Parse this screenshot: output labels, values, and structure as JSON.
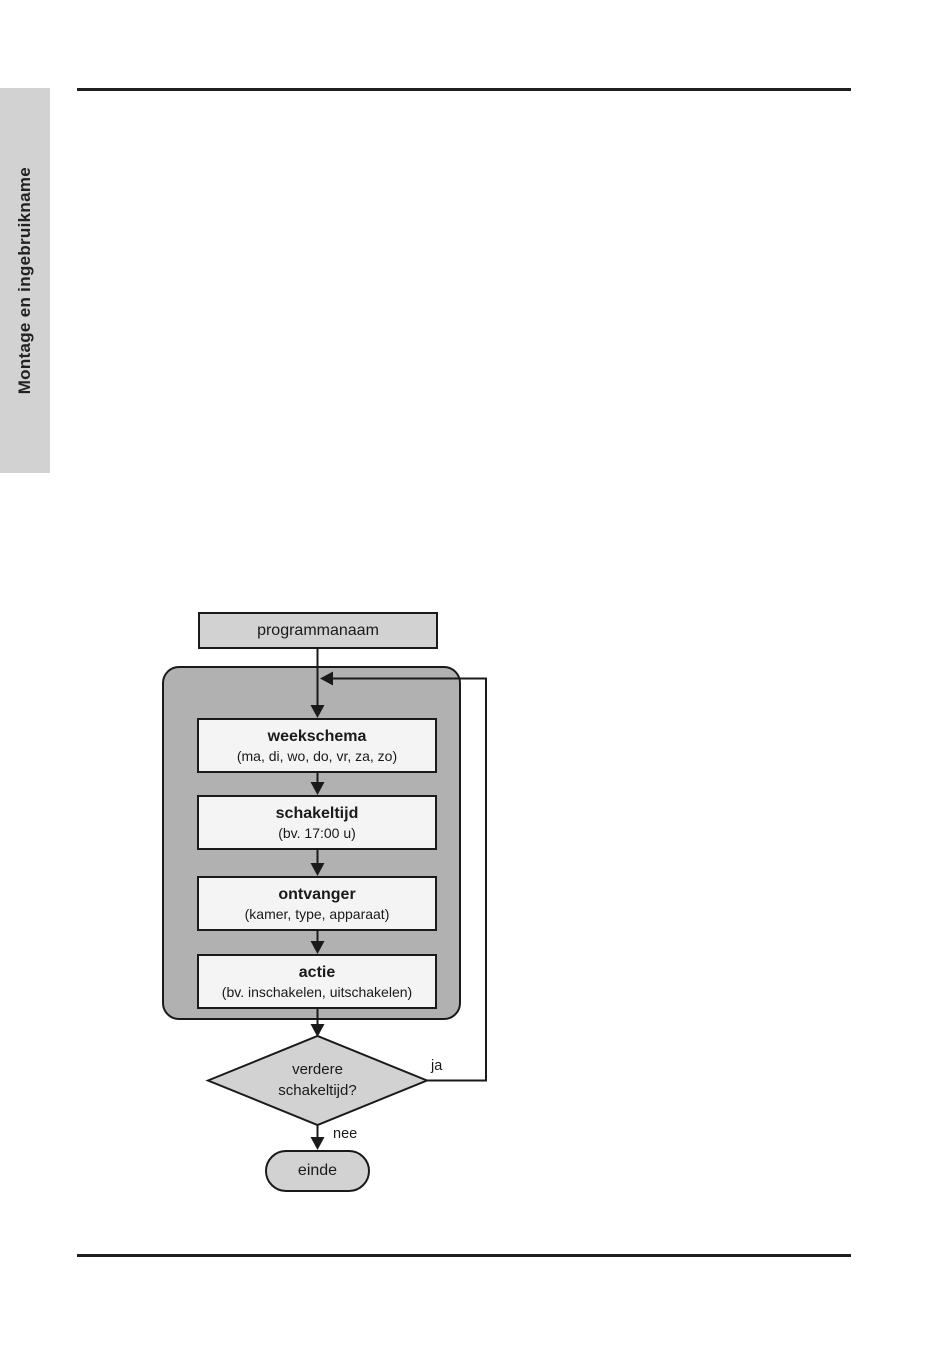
{
  "sidebar": {
    "label": "Montage en ingebruikname"
  },
  "flowchart": {
    "start_label": "programmanaam",
    "steps": [
      {
        "title": "weekschema",
        "subtitle": "(ma, di, wo, do, vr, za, zo)"
      },
      {
        "title": "schakeltijd",
        "subtitle": "(bv. 17:00 u)"
      },
      {
        "title": "ontvanger",
        "subtitle": "(kamer, type, apparaat)"
      },
      {
        "title": "actie",
        "subtitle": "(bv. inschakelen, uitschakelen)"
      }
    ],
    "decision": {
      "line1": "verdere",
      "line2": "schakeltijd?"
    },
    "branch_yes_label": "ja",
    "branch_no_label": "nee",
    "end_label": "einde"
  },
  "colors": {
    "line": "#1a1a1a",
    "container_fill": "#b1b1b1",
    "light_node_fill": "#d2d2d2",
    "step_node_fill": "#f4f4f4"
  }
}
